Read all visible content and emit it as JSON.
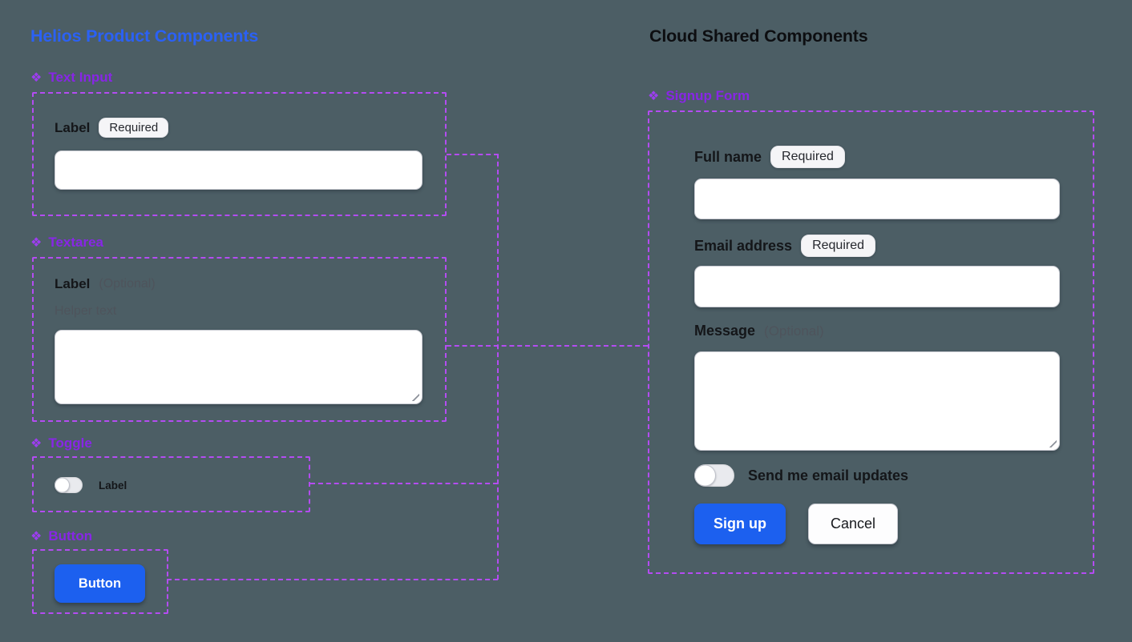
{
  "colors": {
    "background": "#4c5e65",
    "dash": "#b44cf2",
    "component_purple": "#8826e6",
    "component_icon_purple": "#9d3ef0",
    "title_blue": "#2b61f5",
    "title_black": "#0d0e11",
    "primary_blue": "#1c60ef",
    "text_dark": "#141619",
    "muted_gray": "#4e545c"
  },
  "icons": {
    "component_glyph": "❖"
  },
  "left_panel": {
    "title": "Helios Product Components",
    "text_input": {
      "component_label": "Text Input",
      "field_label": "Label",
      "badge": "Required",
      "value": ""
    },
    "textarea": {
      "component_label": "Textarea",
      "field_label": "Label",
      "optional_tag": "(Optional)",
      "helper_text": "Helper text",
      "value": ""
    },
    "toggle": {
      "component_label": "Toggle",
      "toggle_label": "Label",
      "state": "off"
    },
    "button": {
      "component_label": "Button",
      "button_label": "Button"
    }
  },
  "right_panel": {
    "title": "Cloud Shared Components",
    "signup_form": {
      "component_label": "Signup Form",
      "full_name": {
        "label": "Full name",
        "badge": "Required",
        "value": ""
      },
      "email": {
        "label": "Email address",
        "badge": "Required",
        "value": ""
      },
      "message": {
        "label": "Message",
        "optional_tag": "(Optional)",
        "value": ""
      },
      "email_updates_toggle": {
        "label": "Send me email updates",
        "state": "off"
      },
      "submit_label": "Sign up",
      "cancel_label": "Cancel"
    }
  }
}
